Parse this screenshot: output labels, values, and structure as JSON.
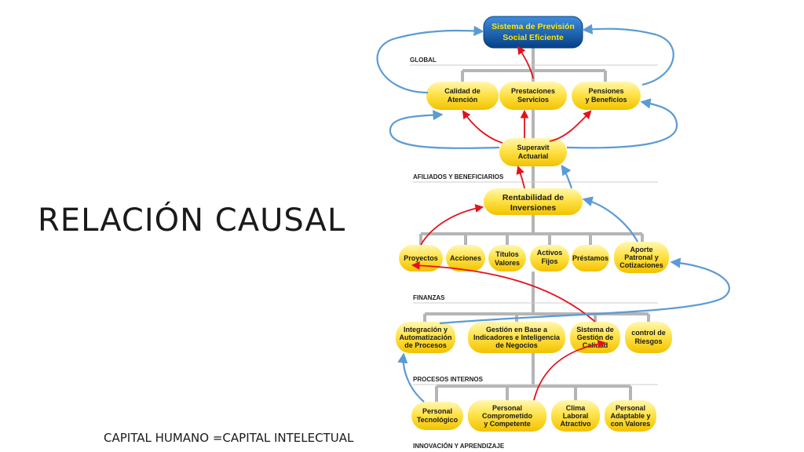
{
  "title": "RELACIÓN CAUSAL",
  "caption": "CAPITAL HUMANO =CAPITAL INTELECTUAL",
  "sections": {
    "global": "GLOBAL",
    "afiliados": "AFILIADOS Y BENEFICIARIOS",
    "finanzas": "FINANZAS",
    "procesos": "PROCESOS INTERNOS",
    "innovacion": "INNOVACIÓN Y APRENDIZAJE"
  },
  "nodes": {
    "sistema": [
      "Sistema de Previsión",
      "Social Eficiente"
    ],
    "calidad": [
      "Calidad de",
      "Atención"
    ],
    "prestaciones": [
      "Prestaciones",
      "Servicios"
    ],
    "pensiones": [
      "Pensiones",
      "y Beneficios"
    ],
    "superavit": [
      "Superavit",
      "Actuarial"
    ],
    "rentabilidad": [
      "Rentabilidad de",
      "Inversiones"
    ],
    "proyectos": [
      "Proyectos"
    ],
    "acciones": [
      "Acciones"
    ],
    "titulos": [
      "Títulos",
      "Valores"
    ],
    "activos": [
      "Activos",
      "Fijos"
    ],
    "prestamos": [
      "Préstamos"
    ],
    "aporte": [
      "Aporte",
      "Patronal y",
      "Cotizaciones"
    ],
    "integracion": [
      "Integración y",
      "Automatización",
      "de Procesos"
    ],
    "gestion": [
      "Gestión en Base a",
      "Indicadores e Inteligencia",
      "de Negocios"
    ],
    "sgc": [
      "Sistema de",
      "Gestión de",
      "Calidad"
    ],
    "control": [
      "control de",
      "Riesgos"
    ],
    "tecnologico": [
      "Personal",
      "Tecnológico"
    ],
    "comprometido": [
      "Personal",
      "Comprometido",
      "y Competente"
    ],
    "clima": [
      "Clima",
      "Laboral",
      "Atractivo"
    ],
    "adaptable": [
      "Personal",
      "Adaptable y",
      "con Valores"
    ]
  },
  "colors": {
    "node_fill": "#ffe34a",
    "node_top": "#fff7b0",
    "top_node_fill": "#0a58b0",
    "top_node_text": "#ffe600",
    "red_arrow": "#e3121b",
    "blue_arrow": "#5b9bd5",
    "connector": "#b5b5b5"
  }
}
